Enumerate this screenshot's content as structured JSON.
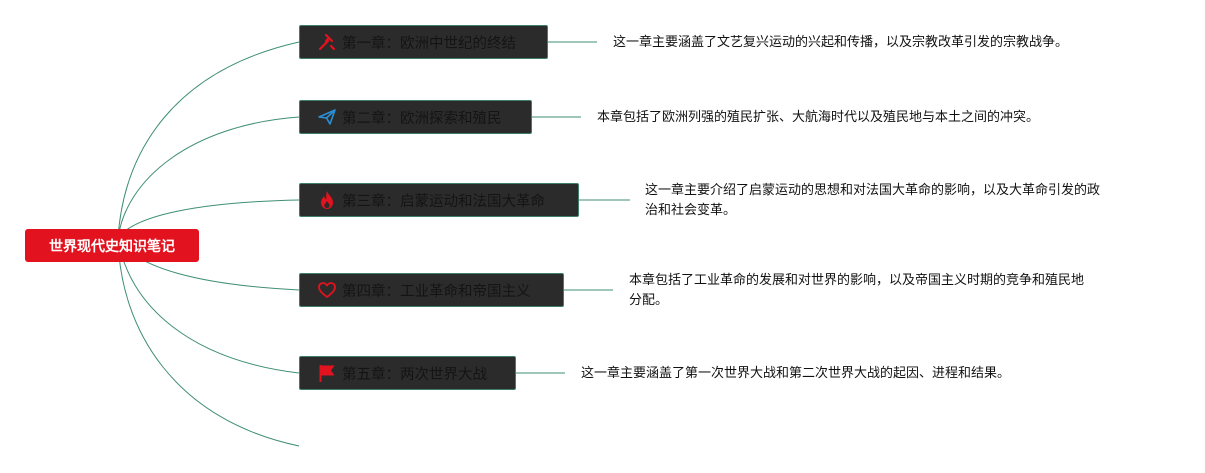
{
  "root": {
    "label": "世界现代史知识笔记",
    "color": "#e2131f"
  },
  "chapters": [
    {
      "title": "第一章：欧洲中世纪的终结",
      "icon": "hammer-gavel-icon",
      "icon_color": "#e2131f",
      "description": [
        "这一章主要涵盖了文艺复兴运动的兴起和传播，以及宗教改革引发的宗教战争。"
      ]
    },
    {
      "title": "第二章：欧洲探索和殖民",
      "icon": "paper-plane-icon",
      "icon_color": "#2a8fd6",
      "description": [
        "本章包括了欧洲列强的殖民扩张、大航海时代以及殖民地与本土之间的冲突。"
      ]
    },
    {
      "title": "第三章：启蒙运动和法国大革命",
      "icon": "flame-icon",
      "icon_color": "#e2131f",
      "description": [
        "这一章主要介绍了启蒙运动的思想和对法国大革命的影响，以及大革命引发的政",
        "治和社会变革。"
      ]
    },
    {
      "title": "第四章：工业革命和帝国主义",
      "icon": "heart-outline-icon",
      "icon_color": "#e2131f",
      "description": [
        "本章包括了工业革命的发展和对世界的影响，以及帝国主义时期的竞争和殖民地",
        "分配。"
      ]
    },
    {
      "title": "第五章：两次世界大战",
      "icon": "flag-icon",
      "icon_color": "#e2131f",
      "description": [
        "这一章主要涵盖了第一次世界大战和第二次世界大战的起因、进程和结果。"
      ]
    }
  ],
  "colors": {
    "connector": "#3f8f72",
    "node_background": "#2b2b2b",
    "node_border": "#3f7f68"
  }
}
